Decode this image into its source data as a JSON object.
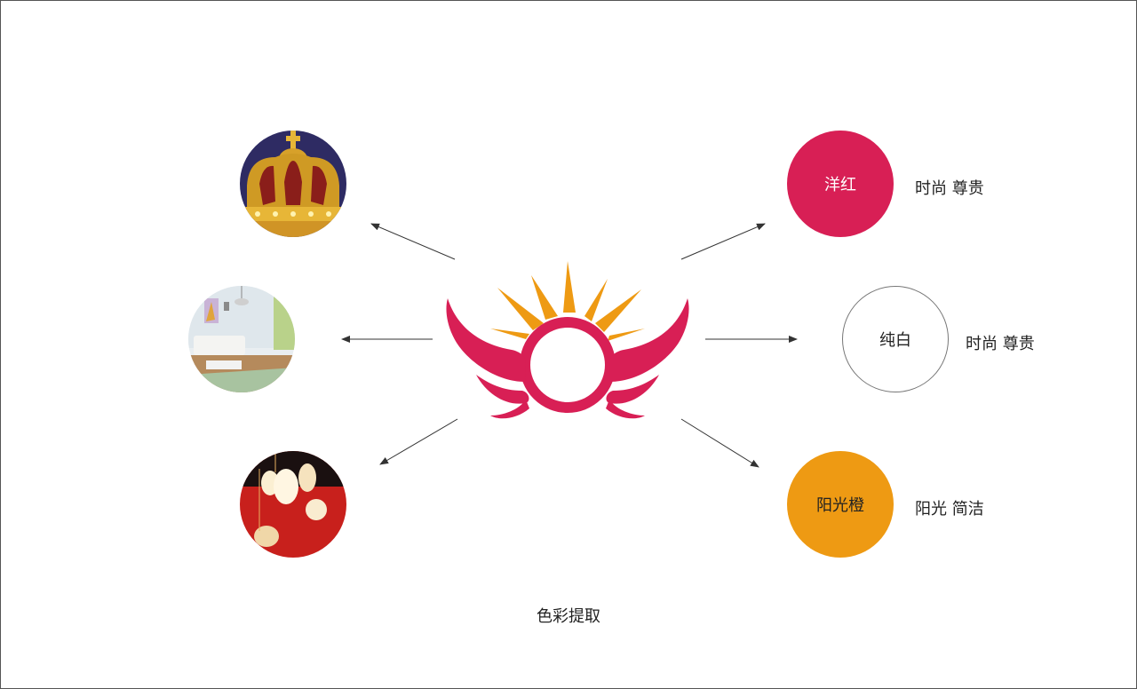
{
  "swatches": [
    {
      "name": "洋红",
      "description": "时尚 尊贵",
      "color": "#d81f55",
      "text_color": "#ffffff"
    },
    {
      "name": "纯白",
      "description": "时尚 尊贵",
      "color": "#ffffff",
      "text_color": "#222222"
    },
    {
      "name": "阳光橙",
      "description": "阳光 简洁",
      "color": "#ee9a13",
      "text_color": "#222222"
    }
  ],
  "photos": [
    {
      "subject": "crown"
    },
    {
      "subject": "living-room"
    },
    {
      "subject": "pendant-lamps"
    }
  ],
  "logo": {
    "wing_color": "#d81f55",
    "ray_color": "#ee9a13"
  },
  "caption": "色彩提取"
}
